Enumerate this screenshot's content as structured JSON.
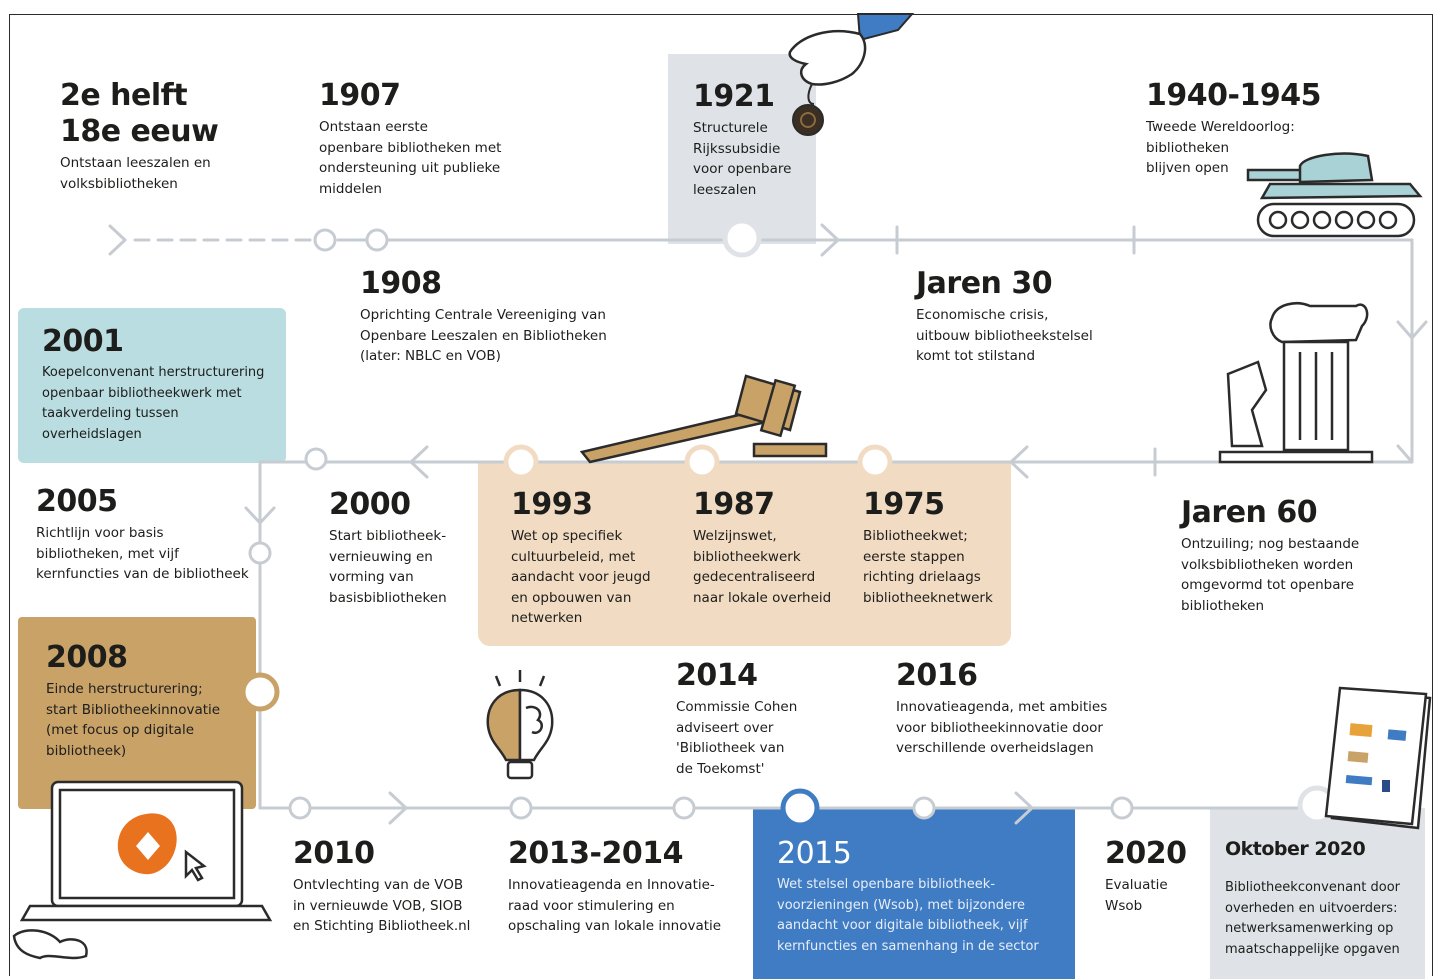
{
  "colors": {
    "line": "#c6ccd2",
    "dark": "#2b2b2b",
    "teal": "#b9dde0",
    "beige": "#f1dcc3",
    "gold": "#c9a268",
    "blue": "#3f7cc3",
    "grey": "#dfe3e7",
    "orange": "#e8721e",
    "tank": "#a9d2d6"
  },
  "icons": [
    "hand-coin-icon",
    "tank-icon",
    "broken-column-icon",
    "gavel-icon",
    "lightbulb-brain-icon",
    "laptop-icon",
    "report-booklet-icon"
  ],
  "events": [
    {
      "year_lines": [
        "2e helft",
        "18e eeuw"
      ],
      "lines": [
        "Ontstaan leeszalen en",
        "volksbibliotheken"
      ]
    },
    {
      "year_lines": [
        "1907"
      ],
      "lines": [
        "Ontstaan eerste",
        "openbare bibliotheken met",
        "ondersteuning uit publieke",
        "middelen"
      ]
    },
    {
      "year_lines": [
        "1921"
      ],
      "lines": [
        "Structurele",
        "Rijkssubsidie",
        "voor openbare",
        "leeszalen"
      ]
    },
    {
      "year_lines": [
        "1940-1945"
      ],
      "lines": [
        "Tweede Wereldoorlog:",
        "bibliotheken",
        "blijven open"
      ]
    },
    {
      "year_lines": [
        "1908"
      ],
      "lines": [
        "Oprichting Centrale Vereeniging van",
        "Openbare Leeszalen en Bibliotheken",
        "(later: NBLC en VOB)"
      ]
    },
    {
      "year_lines": [
        "Jaren 30"
      ],
      "lines": [
        "Economische crisis,",
        "uitbouw bibliotheekstelsel",
        "komt tot stilstand"
      ]
    },
    {
      "year_lines": [
        "2001"
      ],
      "lines": [
        "Koepelconvenant herstructurering",
        "openbaar bibliotheekwerk met",
        "taakverdeling tussen",
        "overheidslagen"
      ]
    },
    {
      "year_lines": [
        "2005"
      ],
      "lines": [
        "Richtlijn voor basis",
        "bibliotheken, met vijf",
        "kernfuncties van de bibliotheek"
      ]
    },
    {
      "year_lines": [
        "2000"
      ],
      "lines": [
        "Start bibliotheek-",
        "vernieuwing en",
        "vorming van",
        "basisbibliotheken"
      ]
    },
    {
      "year_lines": [
        "1993"
      ],
      "lines": [
        "Wet op specifiek",
        "cultuurbeleid, met",
        "aandacht voor jeugd",
        "en opbouwen van",
        "netwerken"
      ]
    },
    {
      "year_lines": [
        "1987"
      ],
      "lines": [
        "Welzijnswet,",
        "bibliotheekwerk",
        "gedecentraliseerd",
        "naar lokale overheid"
      ]
    },
    {
      "year_lines": [
        "1975"
      ],
      "lines": [
        "Bibliotheekwet;",
        "eerste stappen",
        "richting drielaags",
        "bibliotheeknetwerk"
      ]
    },
    {
      "year_lines": [
        "Jaren 60"
      ],
      "lines": [
        "Ontzuiling; nog bestaande",
        "volksbibliotheken worden",
        "omgevormd tot openbare",
        "bibliotheken"
      ]
    },
    {
      "year_lines": [
        "2008"
      ],
      "lines": [
        "Einde herstructurering;",
        "start Bibliotheekinnovatie",
        "(met focus op digitale",
        "bibliotheek)"
      ]
    },
    {
      "year_lines": [
        "2014"
      ],
      "lines": [
        "Commissie Cohen",
        "adviseert over",
        "'Bibliotheek van",
        "de Toekomst'"
      ]
    },
    {
      "year_lines": [
        "2016"
      ],
      "lines": [
        "Innovatieagenda, met ambities",
        "voor bibliotheekinnovatie door",
        "verschillende overheidslagen"
      ]
    },
    {
      "year_lines": [
        "2010"
      ],
      "lines": [
        "Ontvlechting van de VOB",
        "in vernieuwde VOB, SIOB",
        "en Stichting Bibliotheek.nl"
      ]
    },
    {
      "year_lines": [
        "2013-2014"
      ],
      "lines": [
        "Innovatieagenda en Innovatie-",
        "raad voor stimulering en",
        "opschaling van lokale innovatie"
      ]
    },
    {
      "year_lines": [
        "2015"
      ],
      "lines": [
        "Wet stelsel openbare bibliotheek-",
        "voorzieningen (Wsob), met bijzondere",
        "aandacht voor digitale bibliotheek, vijf",
        "kernfuncties en samenhang in de sector"
      ]
    },
    {
      "year_lines": [
        "2020"
      ],
      "lines": [
        "Evaluatie",
        "Wsob"
      ]
    },
    {
      "year_lines": [
        "Oktober 2020"
      ],
      "lines": [
        "Bibliotheekconvenant door",
        "overheden en uitvoerders:",
        "netwerksamenwerking op",
        "maatschappelijke opgaven"
      ]
    }
  ]
}
